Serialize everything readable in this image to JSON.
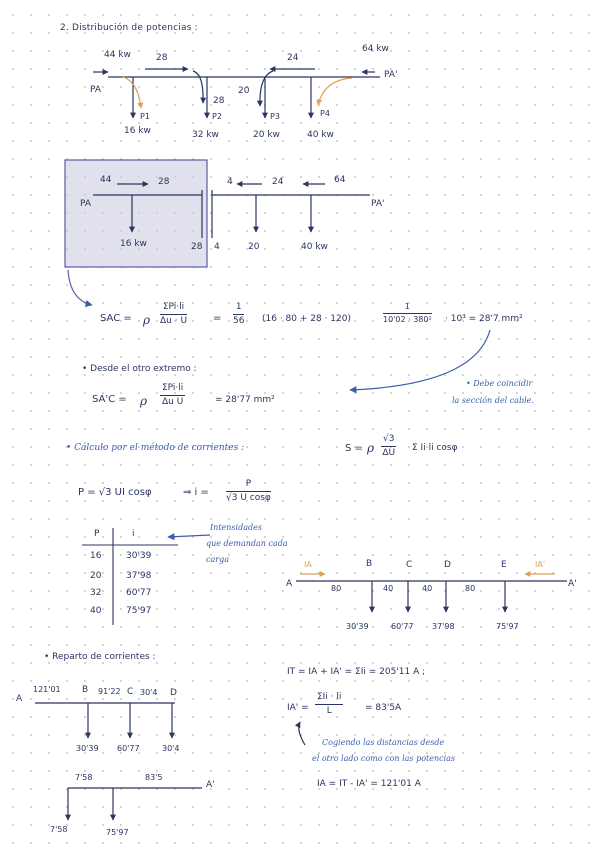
{
  "heading": "2. Distribución de potencias :",
  "diagram1": {
    "left_power": "44 kw",
    "left_node": "PA",
    "seg1": "28",
    "seg2": "24",
    "right_power": "64 kw",
    "right_node": "PA'",
    "drop_28": "28",
    "drop_20": "20",
    "p1": "P1",
    "p2": "P2",
    "p3": "P3",
    "p4": "P4",
    "l1": "16 kw",
    "l2": "32 kw",
    "l3": "20 kw",
    "l4": "40 kw"
  },
  "diagram2": {
    "left_value": "44",
    "left_value2": "28",
    "left_node": "PA",
    "load_left": "16 kw",
    "load_bottom_28": "28",
    "right_value1": "4",
    "right_value2": "24",
    "right_value3": "64",
    "right_node": "PA'",
    "load_4": "4",
    "load_20": "20",
    "load_40": "40 kw"
  },
  "eq1": {
    "lhs": "SAC =",
    "rho": "ρ",
    "num": "ΣPi·li",
    "den": "Δu · U",
    "eq": "=",
    "num2": "1",
    "den2": "56",
    "mid": "(16 · 80 + 28 · 120)",
    "num3": "1",
    "den3": "10'02 · 380²",
    "tail": "· 10³ = 28'7 mm²"
  },
  "note1": {
    "bullet": "• Desde el otro extremo :",
    "lhs": "SA'C =",
    "rho": "ρ",
    "num": "ΣPi·li",
    "den": "Δu U",
    "result": "= 28'77 mm²",
    "side1": "• Debe coincidir",
    "side2": "la sección del cable."
  },
  "bullet2": {
    "text": "• Cálculo por el método de corrientes :",
    "formula_lhs": "S =",
    "rho": "ρ",
    "num": "√3",
    "den": "ΔU",
    "tail": "Σ Ii li cosφ"
  },
  "power": {
    "lhs": "P = √3 UI cosφ",
    "arrow": "⇒ i =",
    "num": "P",
    "den": "√3 U cosφ"
  },
  "table": {
    "headers": [
      "P",
      "i"
    ],
    "rows": [
      [
        "16",
        "30'39"
      ],
      [
        "20",
        "37'98"
      ],
      [
        "32",
        "60'77"
      ],
      [
        "40",
        "75'97"
      ]
    ],
    "note1": "Intensidades",
    "note2": "que demandan cada",
    "note3": "carga"
  },
  "diagram3": {
    "A": "A",
    "B": "B",
    "C": "C",
    "D": "D",
    "E": "E",
    "Ap": "A'",
    "IA": "IA",
    "IAp": "IA'",
    "d1": "80",
    "d2": "40",
    "d3": "40",
    "d4": "80",
    "i1": "30'39",
    "i2": "60'77",
    "i3": "37'98",
    "i4": "75'97"
  },
  "bullet3": "• Reparto de corrientes :",
  "diagram4": {
    "A": "A",
    "v1": "121'01",
    "B": "B",
    "v2": "91'22",
    "C": "C",
    "v3": "30'4",
    "D": "D",
    "d1": "30'39",
    "d2": "60'77",
    "d3": "30'4"
  },
  "diagram5": {
    "v1": "7'58",
    "v2": "83'5",
    "Ap": "A'",
    "d1": "7'58",
    "d2": "75'97"
  },
  "currents": {
    "line1": "IT = IA + IA' = ΣIi = 205'11 A ;",
    "line2_lhs": "IA' =",
    "num": "ΣIi · li",
    "den": "L",
    "line2_rhs": "= 83'5A",
    "note1": "Cogiendo las distancias desde",
    "note2": "el otro lado como con las potencias",
    "line3": "IA = IT - IA' = 121'01 A"
  }
}
